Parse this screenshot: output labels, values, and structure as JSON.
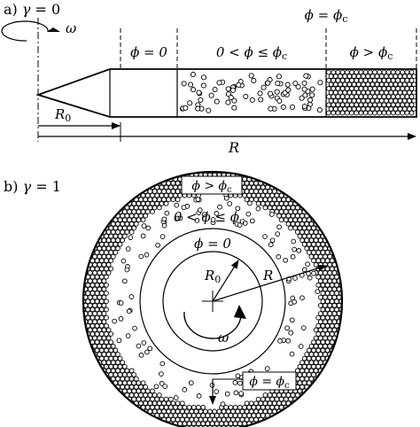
{
  "panel_a": {
    "label_prefix": "a) ",
    "label_gamma": "γ",
    "label_value": " = 0",
    "omega": "ω",
    "phi_zero": "ϕ = 0",
    "phi_between": "0 < ϕ ≤ ϕ",
    "phi_between_sub": "c",
    "phi_gt": "ϕ > ϕ",
    "phi_gt_sub": "c",
    "phi_eq": "ϕ = ϕ",
    "phi_eq_sub": "c",
    "r0_main": "R",
    "r0_sub": "0",
    "r_label": "R"
  },
  "panel_b": {
    "label_prefix": "b) ",
    "label_gamma": "γ",
    "label_value": " = 1",
    "phi_gt_box": "ϕ > ϕ",
    "phi_gt_box_sub": "c",
    "phi_between": "0 < ϕ ≤ ϕ",
    "phi_between_sub": "c",
    "phi_zero": "ϕ = 0",
    "r0_main": "R",
    "r0_sub": "0",
    "r_label": "R",
    "omega": "ω",
    "phi_eq_box": "ϕ = ϕ",
    "phi_eq_box_sub": "c"
  }
}
